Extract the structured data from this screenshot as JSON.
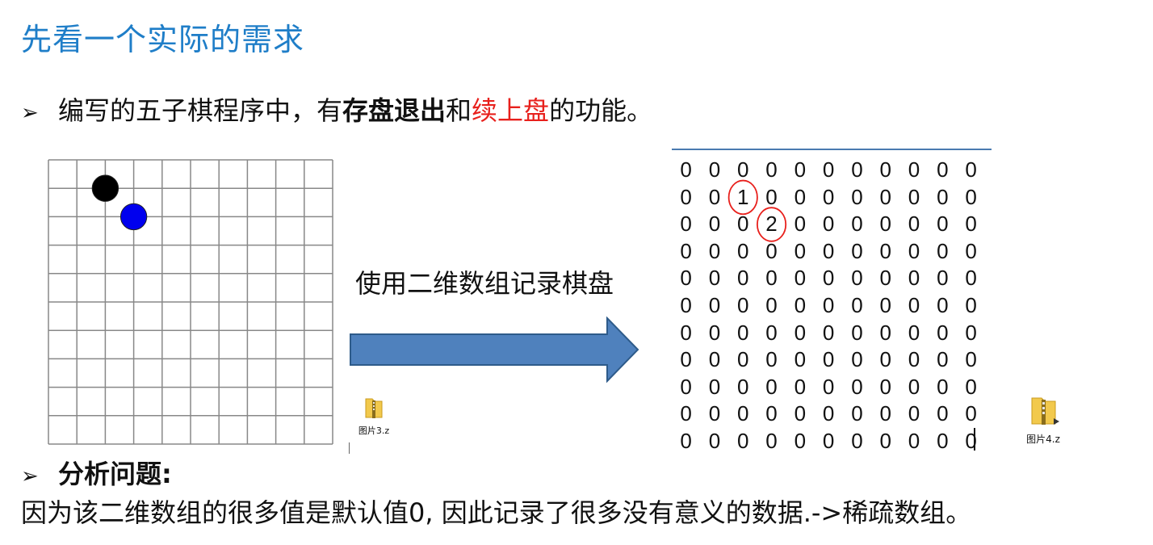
{
  "title": "先看一个实际的需求",
  "bullet1": {
    "marker": "➢",
    "prefix": "编写的五子棋程序中，有",
    "bold": "存盘退出",
    "mid": "和",
    "red": "续上盘",
    "suffix": "的功能。"
  },
  "arrow_label": "使用二维数组记录棋盘",
  "board": {
    "rows": 10,
    "cols": 10,
    "stones": [
      {
        "row": 1,
        "col": 2,
        "color": "#000000"
      },
      {
        "row": 2,
        "col": 3,
        "color": "#0000ee"
      }
    ],
    "line_color": "#888888"
  },
  "matrix": [
    [
      "0",
      "0",
      "0",
      "0",
      "0",
      "0",
      "0",
      "0",
      "0",
      "0",
      "0"
    ],
    [
      "0",
      "0",
      "1",
      "0",
      "0",
      "0",
      "0",
      "0",
      "0",
      "0",
      "0"
    ],
    [
      "0",
      "0",
      "0",
      "2",
      "0",
      "0",
      "0",
      "0",
      "0",
      "0",
      "0"
    ],
    [
      "0",
      "0",
      "0",
      "0",
      "0",
      "0",
      "0",
      "0",
      "0",
      "0",
      "0"
    ],
    [
      "0",
      "0",
      "0",
      "0",
      "0",
      "0",
      "0",
      "0",
      "0",
      "0",
      "0"
    ],
    [
      "0",
      "0",
      "0",
      "0",
      "0",
      "0",
      "0",
      "0",
      "0",
      "0",
      "0"
    ],
    [
      "0",
      "0",
      "0",
      "0",
      "0",
      "0",
      "0",
      "0",
      "0",
      "0",
      "0"
    ],
    [
      "0",
      "0",
      "0",
      "0",
      "0",
      "0",
      "0",
      "0",
      "0",
      "0",
      "0"
    ],
    [
      "0",
      "0",
      "0",
      "0",
      "0",
      "0",
      "0",
      "0",
      "0",
      "0",
      "0"
    ],
    [
      "0",
      "0",
      "0",
      "0",
      "0",
      "0",
      "0",
      "0",
      "0",
      "0",
      "0"
    ],
    [
      "0",
      "0",
      "0",
      "0",
      "0",
      "0",
      "0",
      "0",
      "0",
      "0",
      "0"
    ]
  ],
  "circled_cells": [
    {
      "row": 1,
      "col": 2
    },
    {
      "row": 2,
      "col": 3
    }
  ],
  "files": [
    {
      "name": "图片3.z",
      "icon": "zip-folder-icon"
    },
    {
      "name": "图片4.z",
      "icon": "zip-folder-icon"
    }
  ],
  "bullet2": {
    "marker": "➢",
    "text": "分析问题:"
  },
  "line3": "因为该二维数组的很多值是默认值0, 因此记录了很多没有意义的数据.->稀疏数组。",
  "colors": {
    "title": "#1f7ec8",
    "accent_red": "#e8201c",
    "arrow_fill": "#4f81bd",
    "arrow_stroke": "#2e5b8a"
  }
}
